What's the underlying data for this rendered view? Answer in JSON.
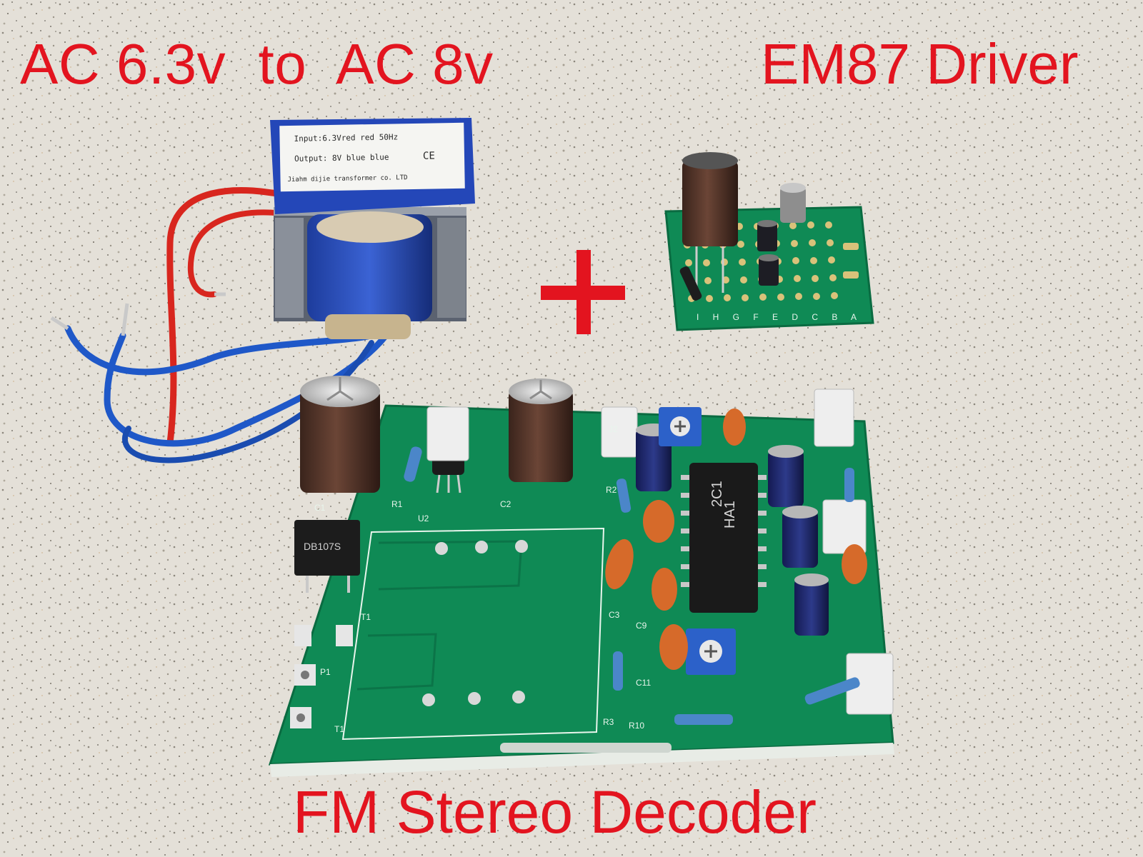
{
  "captions": {
    "top_left": "AC 6.3v  to  AC 8v",
    "top_right": "EM87 Driver",
    "bottom": "FM Stereo Decoder"
  },
  "transformer_label": {
    "line1": "Input:6.3Vred red 50Hz",
    "line2": "Output: 8V blue blue",
    "mark": "CE",
    "line3": "Jiahm dijie transformer co. LTD"
  },
  "driver_board_columns": "I H G F E D C B A",
  "bridge_label": "DB107S",
  "ic_labels": {
    "line1": "2C1",
    "line2": "HA1"
  },
  "colors": {
    "caption": "#e3141f",
    "pcb_green": "#0f8a55",
    "countertop": "#e4e0d8",
    "wire_blue": "#1f58c8",
    "wire_red": "#d8261e"
  }
}
